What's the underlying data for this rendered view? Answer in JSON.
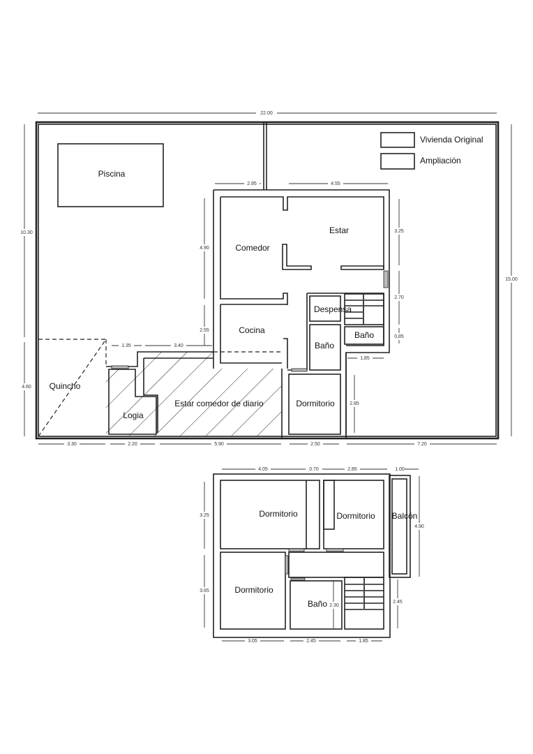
{
  "legend": {
    "original": "Vivienda Original",
    "extension": "Ampliación"
  },
  "ground_floor": {
    "rooms": {
      "pool": "Piscina",
      "living": "Estar",
      "dining": "Comedor",
      "pantry": "Despensa",
      "kitchen": "Cocina",
      "bath1": "Baño",
      "bath2": "Baño",
      "bedroom": "Dormitorio",
      "daily_living": "Estar comedor de diario",
      "laundry": "Logia",
      "quincho": "Quincho"
    },
    "dimensions": {
      "lot_width": "22.00",
      "lot_left_upper": "10.30",
      "lot_left_lower": "4.60",
      "lot_depth": "15.00",
      "top_left": "2.95",
      "top_right": "4.55",
      "left_upper": "4.90",
      "left_lower": "2.55",
      "right_upper": "3.25",
      "right_mid": "2.70",
      "right_lower": "0,85",
      "step_width": "1,85",
      "bedroom_depth": "2.85",
      "ext_a": "1.35",
      "ext_b": "3.40",
      "bottom_1": "3.30",
      "bottom_2": "2.20",
      "bottom_3": "5.90",
      "bottom_4": "2.50",
      "bottom_5": "7.20"
    }
  },
  "upper_floor": {
    "rooms": {
      "bedroom1": "Dormitorio",
      "bedroom2": "Dormitorio",
      "balcony": "Balcón",
      "bedroom3": "Dormitorio",
      "bath": "Baño"
    },
    "dimensions": {
      "top_1": "4.05",
      "top_2": "0.70",
      "top_3": "2.85",
      "top_4": "1.00",
      "left_upper": "3.25",
      "left_lower": "3.65",
      "right_balcony": "4.90",
      "right_lower": "2.45",
      "bath_height": "2.30",
      "bottom_1": "3.05",
      "bottom_2": "2.45",
      "bottom_3": "1.85"
    }
  }
}
